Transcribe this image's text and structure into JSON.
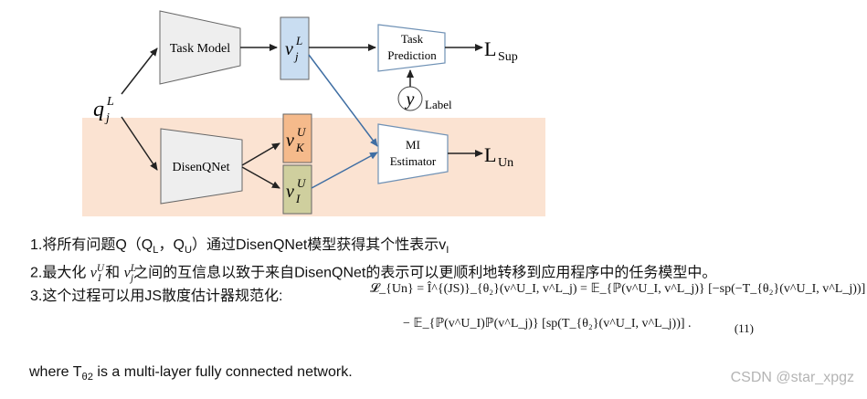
{
  "diagram": {
    "input": "q",
    "input_sup": "L",
    "input_sub": "j",
    "task_model": "Task Model",
    "disen": "DisenQNet",
    "vj": {
      "base": "v",
      "sub": "j",
      "sup": "L"
    },
    "vk": {
      "base": "v",
      "sub": "K",
      "sup": "U"
    },
    "vi": {
      "base": "v",
      "sub": "I",
      "sup": "U"
    },
    "task_pred_1": "Task",
    "task_pred_2": "Prediction",
    "mi_1": "MI",
    "mi_2": "Estimator",
    "y": "y",
    "label": "Label",
    "lsup": "L",
    "lsup_sub": "Sup",
    "lun": "L",
    "lun_sub": "Un"
  },
  "notes": {
    "line1_a": "1.将所有问题Q（Q",
    "line1_l": "L",
    "line1_b": "，Q",
    "line1_u": "U",
    "line1_c": "）通过DisenQNet模型获得其个性表示v",
    "line1_i": "I",
    "line2_a": "2.最大化 ",
    "line2_v1": "v",
    "line2_v1_sup": "U",
    "line2_v1_sub": "I",
    "line2_b": " 和 ",
    "line2_v2": "v",
    "line2_v2_sup": "L",
    "line2_v2_sub": "j",
    "line2_c": "之间的互信息以致于来自DisenQNet的表示可以更顺利地转移到应用程序中的任务模型中。",
    "line3": "3.这个过程可以用JS散度估计器规范化:"
  },
  "equation": {
    "row1": "𝓛_{Un} = Î^{(JS)}_{θ₂}(v^U_I, v^L_j) = 𝔼_{ℙ(v^U_I, v^L_j)} [−sp(−T_{θ₂}(v^U_I, v^L_j))]",
    "row2": "− 𝔼_{ℙ(v^U_I)ℙ(v^L_j)} [sp(T_{θ₂}(v^U_I, v^L_j))] .",
    "number": "(11)"
  },
  "where": {
    "a": "where  T",
    "sub": "θ2",
    "b": " is  a multi-layer fully connected network."
  },
  "watermark": "CSDN @star_xpgz",
  "colors": {
    "highlight": "#fbe3d2",
    "vj_fill": "#c9ddf1",
    "vk_fill": "#f5ba8b",
    "vi_fill": "#cfcf9e",
    "box_stroke": "#6f91b5",
    "trap_fill": "#eeeeee",
    "blue_arrow": "#3f6ea3"
  }
}
